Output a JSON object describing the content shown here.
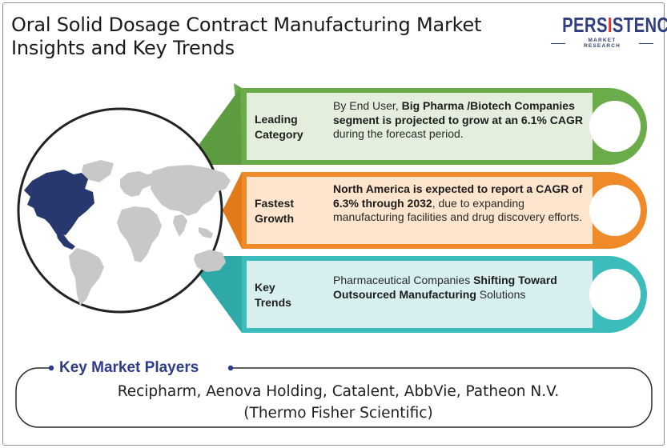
{
  "title": {
    "line1": "Oral Solid Dosage Contract Manufacturing Market",
    "line2": "Insights and Key Trends"
  },
  "logo": {
    "word_pre": "PERS",
    "word_i": "I",
    "word_post": "STENCE",
    "tagline": "MARKET RESEARCH"
  },
  "colors": {
    "green": "#6aab4a",
    "green_fill": "#e3efdc",
    "orange": "#f08a28",
    "orange_fill": "#fde4cd",
    "teal": "#3cbcba",
    "teal_fill": "#d8eff0",
    "navy": "#2d3b8e",
    "map_highlight": "#27386e",
    "map_gray": "#c8c8c8"
  },
  "rows": [
    {
      "label_line1": "Leading",
      "label_line2": "Category",
      "text_pre": "By End User, ",
      "text_bold": "Big Pharma /Biotech Companies segment is projected to grow at an 6.1% CAGR",
      "text_post": " during the forecast period."
    },
    {
      "label_line1": "Fastest",
      "label_line2": "Growth",
      "text_pre": "",
      "text_bold": "North America is expected to report a CAGR of 6.3% through 2032",
      "text_post": ", due to expanding manufacturing facilities and drug discovery efforts."
    },
    {
      "label_line1": "Key",
      "label_line2": "Trends",
      "text_pre": "Pharmaceutical Companies ",
      "text_bold": "Shifting Toward Outsourced Manufacturing",
      "text_post": " Solutions"
    }
  ],
  "players": {
    "title": "Key Market Players",
    "line1": "Recipharm, Aenova Holding, Catalent, AbbVie, Patheon N.V.",
    "line2": "(Thermo Fisher Scientific)"
  }
}
